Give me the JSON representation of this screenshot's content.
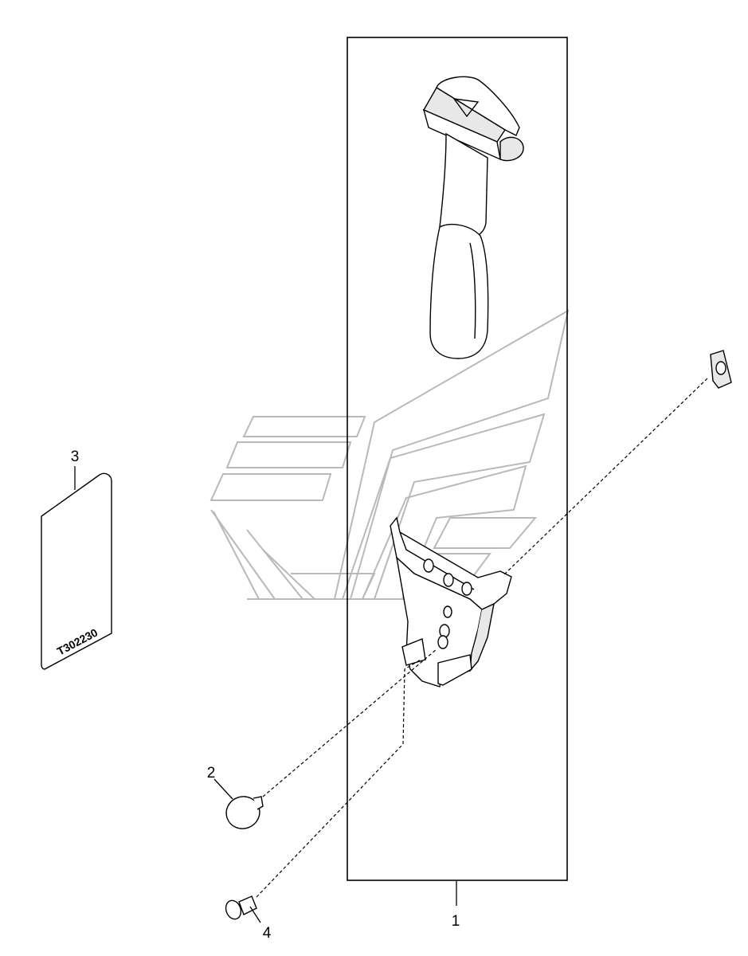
{
  "callouts": {
    "part_1": "1",
    "part_2": "2",
    "part_3": "3",
    "part_4": "4"
  },
  "decal_code": "T302230",
  "colors": {
    "line": "#000000",
    "watermark": "#b9b9b9",
    "part_fill": "#ffffff",
    "part_shade": "#e8e8e8"
  }
}
